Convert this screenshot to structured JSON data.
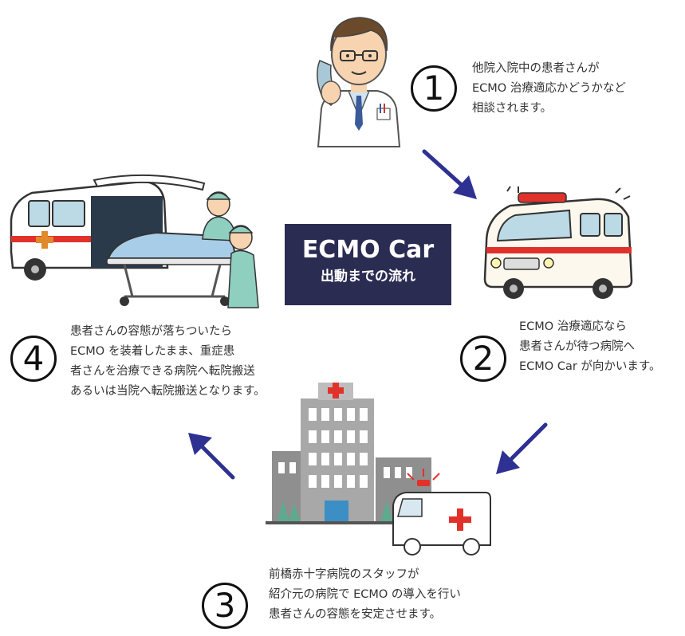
{
  "title": {
    "main": "ECMO Car",
    "sub": "出動までの流れ"
  },
  "steps": [
    {
      "number": "1",
      "lines": [
        "他院入院中の患者さんが",
        "ECMO 治療適応かどうかなど",
        "相談されます。"
      ]
    },
    {
      "number": "2",
      "lines": [
        "ECMO 治療適応なら",
        "患者さんが待つ病院へ",
        "ECMO Car が向かいます。"
      ]
    },
    {
      "number": "3",
      "lines": [
        "前橋赤十字病院のスタッフが",
        "紹介元の病院で ECMO の導入を行い",
        "患者さんの容態を安定させます。"
      ]
    },
    {
      "number": "4",
      "lines": [
        "患者さんの容態が落ちついたら",
        "ECMO を装着したまま、重症患",
        "者さんを治療できる病院へ転院搬送",
        "あるいは当院へ転院搬送となります。"
      ]
    }
  ],
  "colors": {
    "title_bg": "#2b2c52",
    "arrow": "#2e3192",
    "cross_red": "#e0322b",
    "hospital_gray": "#9a9a9a",
    "tree_green": "#5faa8e",
    "scrub_green": "#8fcfc0"
  },
  "icons": [
    "doctor-phone-illustration",
    "ambulance-illustration",
    "hospital-ambulance-illustration",
    "ambulance-stretcher-illustration",
    "flow-arrow-icon"
  ]
}
